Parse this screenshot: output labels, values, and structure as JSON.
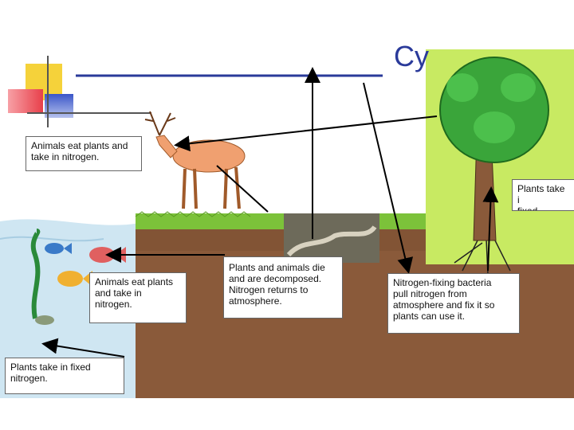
{
  "title": "Cy",
  "labels": {
    "deer": "Animals eat plants and\ntake in nitrogen.",
    "tree": "Plants take i\nfixed nitroge",
    "fish": "Animals eat plants\nand take in\nnitrogen.",
    "decompose": "Plants and animals die\nand are decomposed.\nNitrogen returns to\natmosphere.",
    "bacteria": "Nitrogen-fixing bacteria\npull nitrogen from\natmosphere and fix it so\nplants can use it.",
    "seaweed": "Plants take in fixed\nnitrogen."
  },
  "colors": {
    "title": "#2a3a9a",
    "soil": "#8a5a3a",
    "grass": "#7cc23a",
    "water": "#cfe6f2",
    "tree_bg": "#c8ea62",
    "deco_yellow": "#f5d23a",
    "deco_red": "#e8404a",
    "deco_blue": "#3a56c8"
  }
}
